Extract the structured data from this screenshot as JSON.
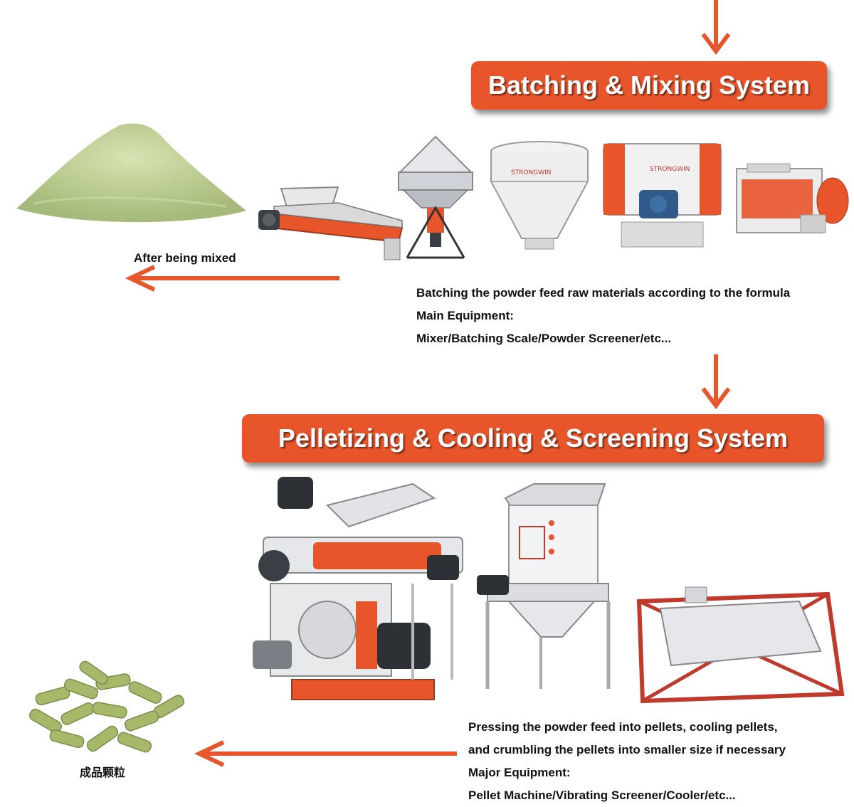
{
  "colors": {
    "accent": "#e9552b",
    "arrow": "#e9552b",
    "powder": "#b7c98c",
    "pellet": "#a6b86a"
  },
  "batching": {
    "title": "Batching & Mixing System",
    "product_caption": "After being mixed",
    "description": [
      "Batching the powder feed raw materials according to the formula",
      "Main Equipment:",
      "Mixer/Batching Scale/Powder Screener/etc..."
    ],
    "equipment_icons": [
      "screw-conveyor-icon",
      "distributor-icon",
      "batching-bin-icon",
      "mixer-icon",
      "powder-screener-icon"
    ]
  },
  "pelletizing": {
    "title": "Pelletizing & Cooling & Screening System",
    "product_caption": "成品颗粒",
    "description": [
      "Pressing the powder feed into pellets, cooling pellets,",
      "and crumbling the pellets into smaller size if necessary",
      "Major Equipment:",
      "Pellet Machine/Vibrating Screener/Cooler/etc..."
    ],
    "equipment_icons": [
      "pellet-machine-icon",
      "cooler-icon",
      "vibrating-screener-icon"
    ]
  }
}
